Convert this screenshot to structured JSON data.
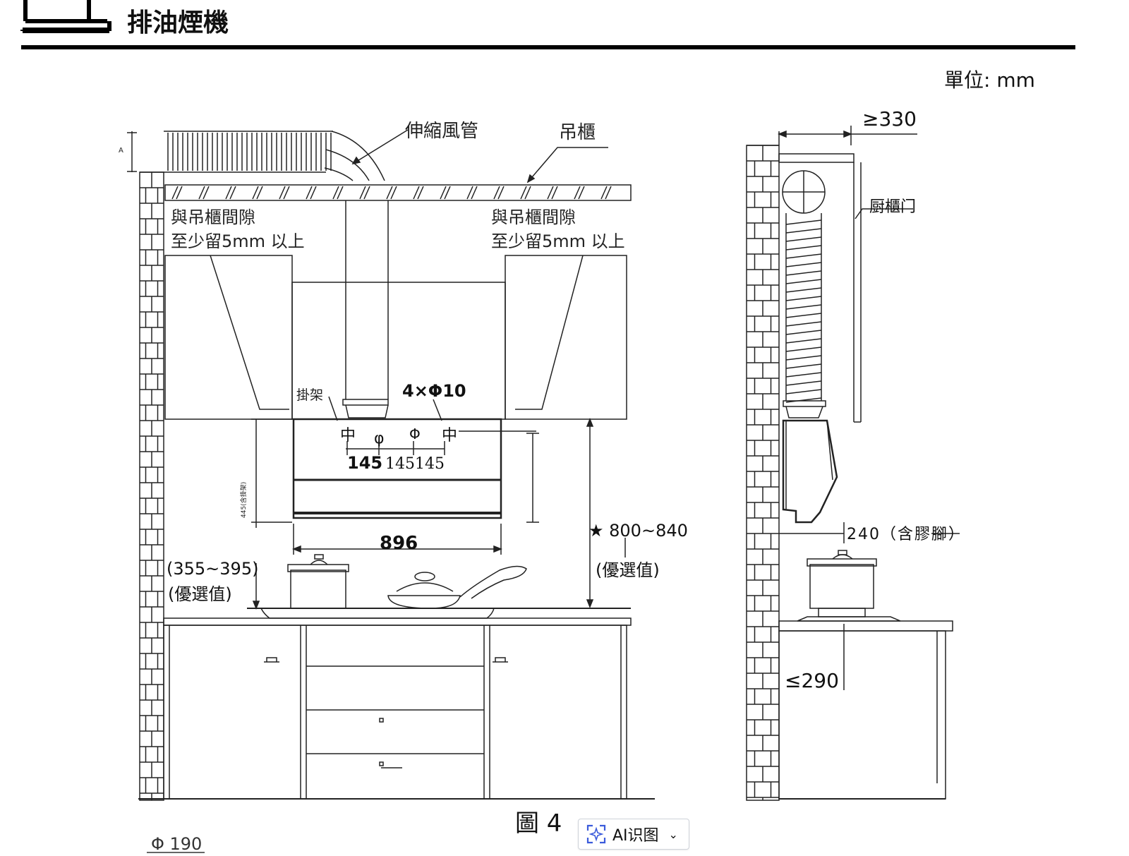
{
  "header": {
    "title": "排油煙機",
    "logo_icon": "range-hood-icon"
  },
  "unit_label": "單位: mm",
  "front_view": {
    "top_labels": {
      "duct": "伸縮風管",
      "cabinet": "吊櫃",
      "a_label": "A"
    },
    "gap_left": {
      "line1": "與吊櫃間隙",
      "line2": "至少留5mm 以上"
    },
    "gap_right": {
      "line1": "與吊櫃間隙",
      "line2": "至少留5mm 以上"
    },
    "bracket_label": "掛架",
    "holes_label": "4×Φ10",
    "center_marks": [
      "中",
      "φ",
      "Φ",
      "中"
    ],
    "spacing": {
      "first": "145",
      "rest": "145145"
    },
    "height_vertical": "445(含掛架)",
    "width": "896",
    "height_range": {
      "value": "★ 800~840",
      "note": "(優選值)"
    },
    "clearance": {
      "value": "(355~395)",
      "note": "(優選值)"
    }
  },
  "side_view": {
    "depth_top": "≥330",
    "door_label": "厨櫃门",
    "depth_bottom": "240（含膠腳）",
    "reach": "≤290"
  },
  "caption": "圖 4",
  "phi_label": "Φ 190",
  "ai_button": {
    "label": "AI识图",
    "icon": "sparkle-scan-icon",
    "chevron": "chevron-down-icon"
  }
}
